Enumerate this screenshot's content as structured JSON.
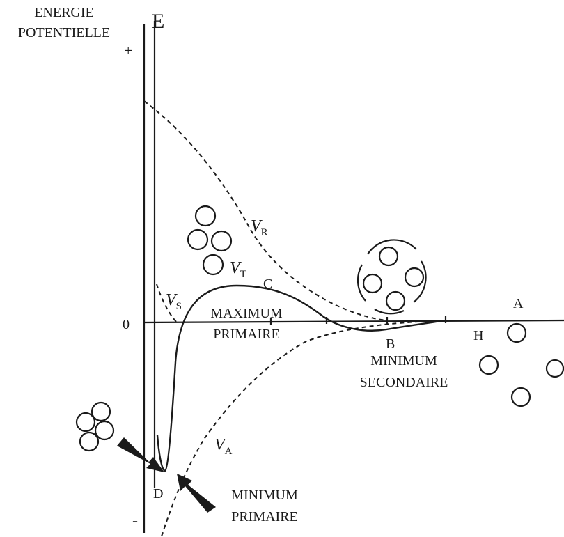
{
  "axis": {
    "title_line1": "ENERGIE",
    "title_line2": "POTENTIELLE",
    "e_label": "E",
    "plus": "+",
    "minus": "-",
    "zero": "0"
  },
  "curves": {
    "v_repulsive": {
      "symbol": "V",
      "subscript": "R"
    },
    "v_attractive": {
      "symbol": "V",
      "subscript": "A"
    },
    "v_total": {
      "symbol": "V",
      "subscript": "T"
    },
    "v_steric": {
      "symbol": "V",
      "subscript": "S"
    }
  },
  "points": {
    "a": "A",
    "b": "B",
    "c": "C",
    "d": "D",
    "h": "H"
  },
  "annotations": {
    "primary_max_line1": "MAXIMUM",
    "primary_max_line2": "PRIMAIRE",
    "secondary_min_line1": "MINIMUM",
    "secondary_min_line2": "SECONDAIRE",
    "primary_min_line1": "MINIMUM",
    "primary_min_line2": "PRIMAIRE"
  }
}
